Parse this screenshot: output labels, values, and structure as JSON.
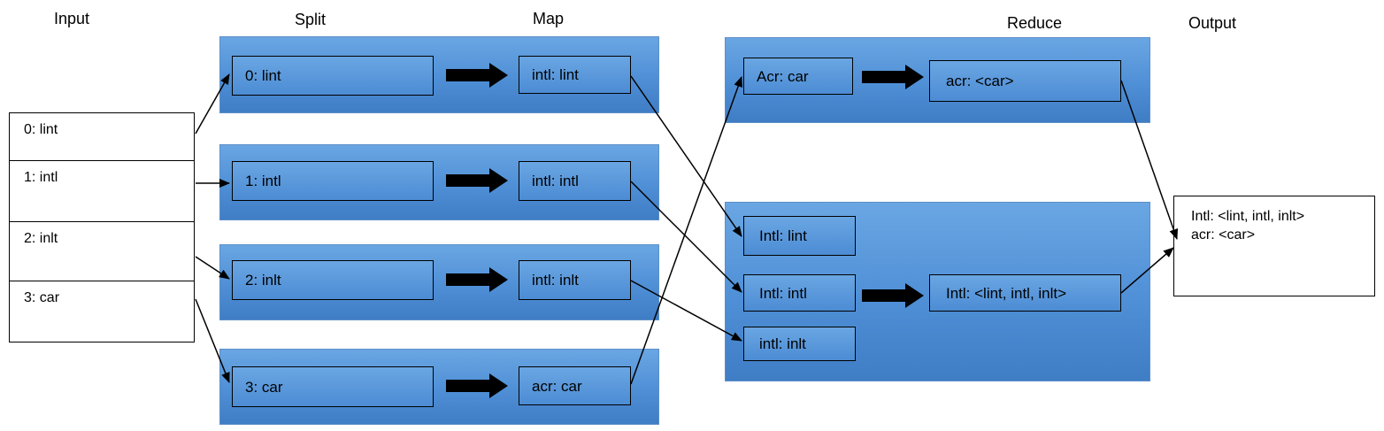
{
  "headings": {
    "input": "Input",
    "split": "Split",
    "map": "Map",
    "reduce": "Reduce",
    "output": "Output"
  },
  "input": [
    "0: lint",
    "1: intl",
    "2: inlt",
    "3: car"
  ],
  "split": [
    "0: lint",
    "1: intl",
    "2: inlt",
    "3: car"
  ],
  "map": [
    "intl: lint",
    "intl: intl",
    "intl: inlt",
    "acr: car"
  ],
  "reduce_groups": [
    {
      "inputs": [
        "Acr: car"
      ],
      "result": "acr: <car>"
    },
    {
      "inputs": [
        "Intl: lint",
        "Intl: intl",
        "intl: inlt"
      ],
      "result": "Intl: <lint, intl, inlt>"
    }
  ],
  "output": [
    "Intl: <lint, intl, inlt>",
    "acr: <car>"
  ]
}
